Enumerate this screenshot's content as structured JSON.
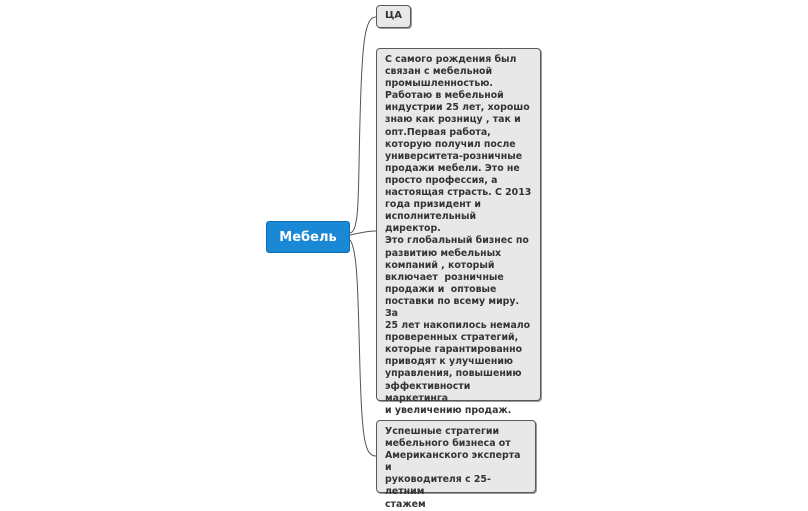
{
  "mindmap": {
    "central": {
      "label": "Мебель",
      "color": "#1b88d6"
    },
    "topics": [
      {
        "label": "ЦА"
      },
      {
        "label": "С самого рождения был\nсвязан с мебельной\nпромышленностью.\nРаботаю в мебельной\nиндустрии 25 лет, хорошо\nзнаю как розницу , так и\nопт.Первая работа,\nкоторую получил после\nуниверситета-розничные\nпродажи мебели. Это не\nпросто профессия, а\nнастоящая страсть. С 2013\nгода призидент и\nисполнительный директор.\nЭто глобальный бизнес по\nразвитию мебельных\nкомпаний , который\nвключает  розничные\nпродажи и  оптовые\nпоставки по всему миру. За\n25 лет накопилось немало\nпроверенных стратегий,\nкоторые гарантированно\nприводят к улучшению\nуправления, повышению\nэффективности маркетинга\nи увеличению продаж."
      },
      {
        "label": "Успешные стратегии\nмебельного бизнеса от\nАмериканского эксперта и\nруководителя с 25-летним\nстажем"
      }
    ]
  }
}
